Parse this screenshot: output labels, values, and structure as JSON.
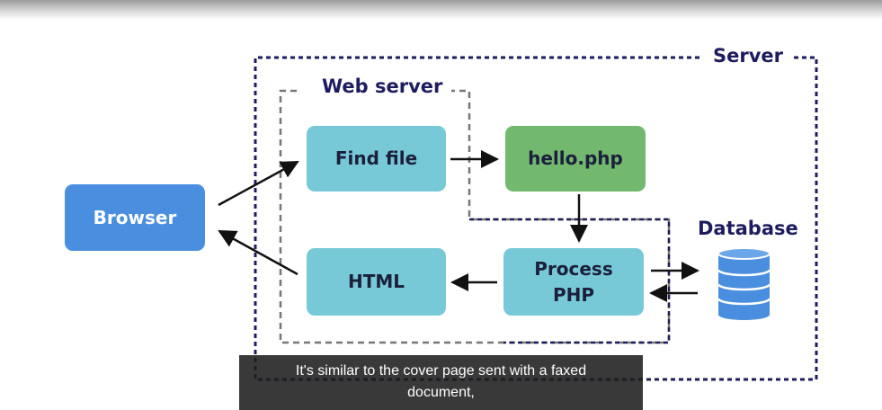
{
  "diagram": {
    "labels": {
      "server": "Server",
      "web_server": "Web server",
      "database": "Database"
    },
    "nodes": {
      "browser": "Browser",
      "find_file": "Find file",
      "hello_php": "hello.php",
      "process_php": "Process\nPHP",
      "html": "HTML"
    },
    "colors": {
      "browser": "#4a8fdf",
      "teal_boxes": "#78c9d8",
      "hello_php": "#73b86f",
      "server_border": "#1e1c5e",
      "web_server_border": "#777777",
      "database_blue": "#4a8fdf"
    }
  },
  "caption": {
    "line1": "It's similar to the cover page sent with a faxed",
    "line2": "document,"
  }
}
